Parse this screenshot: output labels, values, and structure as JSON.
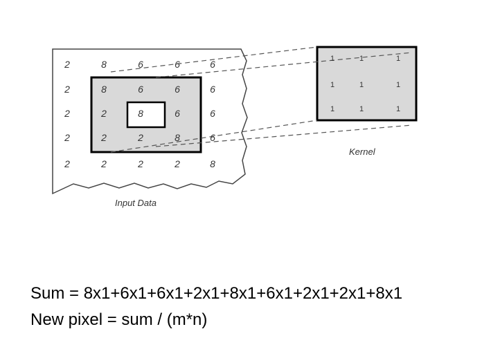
{
  "input": {
    "label": "Input Data",
    "grid": [
      [
        "2",
        "8",
        "6",
        "6",
        "6"
      ],
      [
        "2",
        "8",
        "6",
        "6",
        "6"
      ],
      [
        "2",
        "2",
        "8",
        "6",
        "6"
      ],
      [
        "2",
        "2",
        "2",
        "8",
        "6"
      ],
      [
        "2",
        "2",
        "2",
        "2",
        "8"
      ]
    ]
  },
  "kernel": {
    "label": "Kernel",
    "grid": [
      [
        "1",
        "1",
        "1"
      ],
      [
        "1",
        "1",
        "1"
      ],
      [
        "1",
        "1",
        "1"
      ]
    ]
  },
  "formula": {
    "sum_line": "Sum = 8x1+6x1+6x1+2x1+8x1+6x1+2x1+2x1+8x1",
    "pixel_line": "New pixel = sum / (m*n)"
  },
  "colors": {
    "window_fill": "#d9d9d9",
    "line": "#000000",
    "text": "#333333"
  }
}
